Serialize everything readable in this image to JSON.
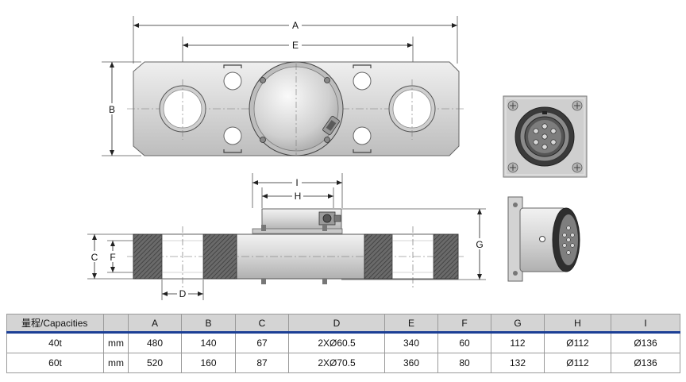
{
  "dimension_letters": {
    "top_view": [
      "A",
      "E",
      "B"
    ],
    "side_view": [
      "I",
      "H",
      "C",
      "F",
      "D",
      "G"
    ]
  },
  "table": {
    "header_first": "量程/Capacities",
    "header_unit": "",
    "columns": [
      "A",
      "B",
      "C",
      "D",
      "E",
      "F",
      "G",
      "H",
      "I"
    ],
    "rows": [
      {
        "capacity": "40t",
        "unit": "mm",
        "values": [
          "480",
          "140",
          "67",
          "2XØ60.5",
          "340",
          "60",
          "112",
          "Ø112",
          "Ø136"
        ]
      },
      {
        "capacity": "60t",
        "unit": "mm",
        "values": [
          "520",
          "160",
          "87",
          "2XØ70.5",
          "360",
          "80",
          "132",
          "Ø112",
          "Ø136"
        ]
      }
    ]
  },
  "colors": {
    "metal": "#d9d9d9",
    "outline": "#222222",
    "hatch": "#555555",
    "table_header": "#d4d4d4",
    "table_rule": "#1c3f95"
  }
}
